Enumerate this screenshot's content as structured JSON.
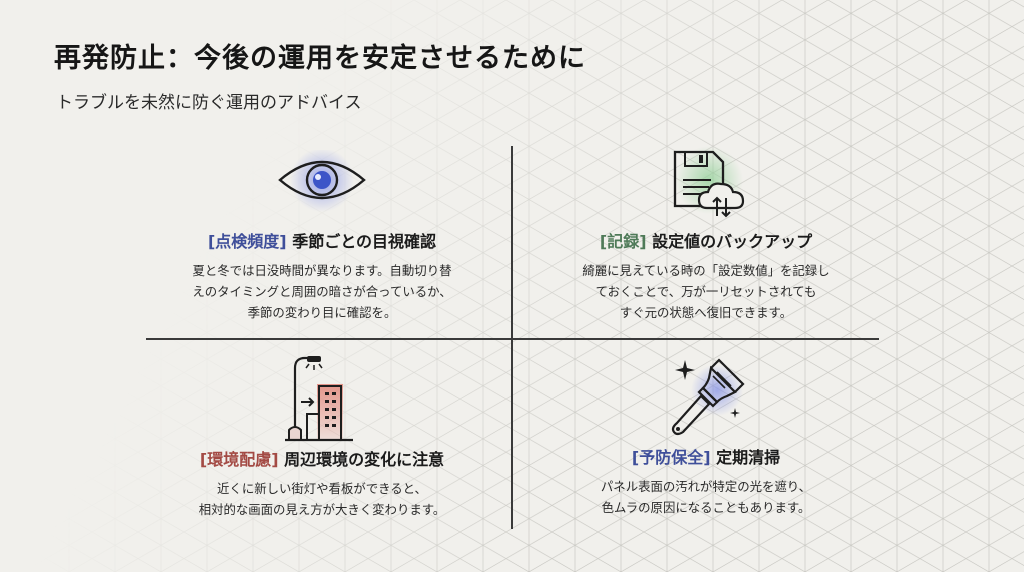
{
  "title": "再発防止：今後の運用を安定させるために",
  "subtitle": "トラブルを未然に防ぐ運用のアドバイス",
  "cards": [
    {
      "icon": "eye-icon",
      "tag": "[点検頻度]",
      "tag_color": "#3f4f9a",
      "heading": "季節ごとの目視確認",
      "lines": [
        "夏と冬では日没時間が異なります。自動切り替",
        "えのタイミングと周囲の暗さが合っているか、",
        "季節の変わり目に確認を。"
      ]
    },
    {
      "icon": "floppy-cloud-backup-icon",
      "tag": "[記録]",
      "tag_color": "#4f7a58",
      "heading": "設定値のバックアップ",
      "lines": [
        "綺麗に見えている時の「設定数値」を記録し",
        "ておくことで、万が一リセットされても",
        "すぐ元の状態へ復旧できます。"
      ]
    },
    {
      "icon": "streetlight-building-icon",
      "tag": "[環境配慮]",
      "tag_color": "#a34a44",
      "heading": "周辺環境の変化に注意",
      "lines": [
        "近くに新しい街灯や看板ができると、",
        "相対的な画面の見え方が大きく変わります。"
      ]
    },
    {
      "icon": "paintbrush-sparkle-icon",
      "tag": "[予防保全]",
      "tag_color": "#3f4f9a",
      "heading": "定期清掃",
      "lines": [
        "パネル表面の汚れが特定の光を遮り、",
        "色ムラの原因になることもあります。"
      ]
    }
  ]
}
